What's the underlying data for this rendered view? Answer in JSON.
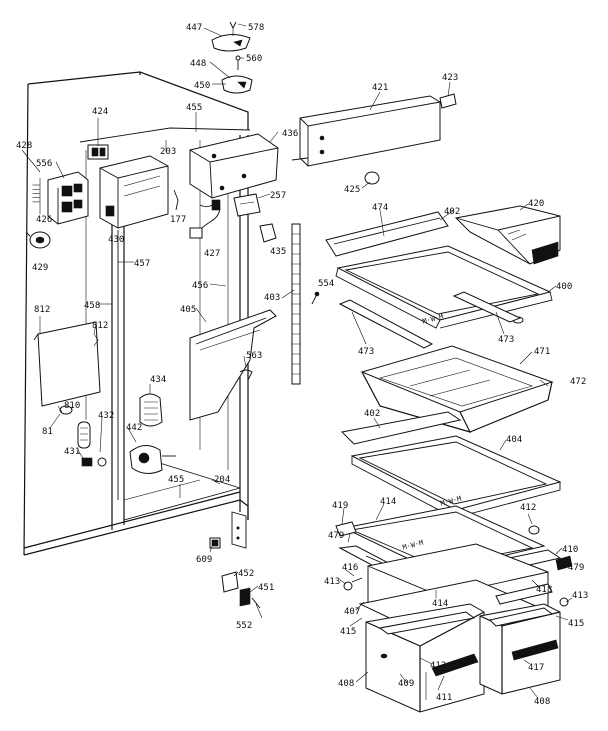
{
  "labels": {
    "p447": "447",
    "p578": "578",
    "p448": "448",
    "p560": "560",
    "p450": "450",
    "p421": "421",
    "p423": "423",
    "p424": "424",
    "p455a": "455",
    "p203": "203",
    "p436": "436",
    "p428": "428",
    "p556": "556",
    "p426": "426",
    "p429": "429",
    "p430": "430",
    "p177": "177",
    "p427": "427",
    "p257": "257",
    "p425": "425",
    "p435": "435",
    "p474": "474",
    "p402a": "402",
    "p420": "420",
    "p400": "400",
    "p457": "457",
    "p458": "458",
    "p456": "456",
    "p403": "403",
    "p554": "554",
    "p473a": "473",
    "p473b": "473",
    "p471": "471",
    "p472": "472",
    "p812a": "812",
    "p812b": "812",
    "p405": "405",
    "p563": "563",
    "p434": "434",
    "p810": "810",
    "p81": "81",
    "p432": "432",
    "p442": "442",
    "p431": "431",
    "p402b": "402",
    "p404": "404",
    "p455b": "455",
    "p204": "204",
    "p609": "609",
    "p419": "419",
    "p414a": "414",
    "p412a": "412",
    "p479a": "479",
    "p410": "410",
    "p479b": "479",
    "p416a": "416",
    "p413a": "413",
    "p414b": "414",
    "p418": "418",
    "p407": "407",
    "p413b": "413",
    "p415a": "415",
    "p415b": "415",
    "p452": "452",
    "p451": "451",
    "p552": "552",
    "p412b": "412",
    "p417": "417",
    "p408a": "408",
    "p409": "409",
    "p411": "411",
    "p408b": "408"
  }
}
